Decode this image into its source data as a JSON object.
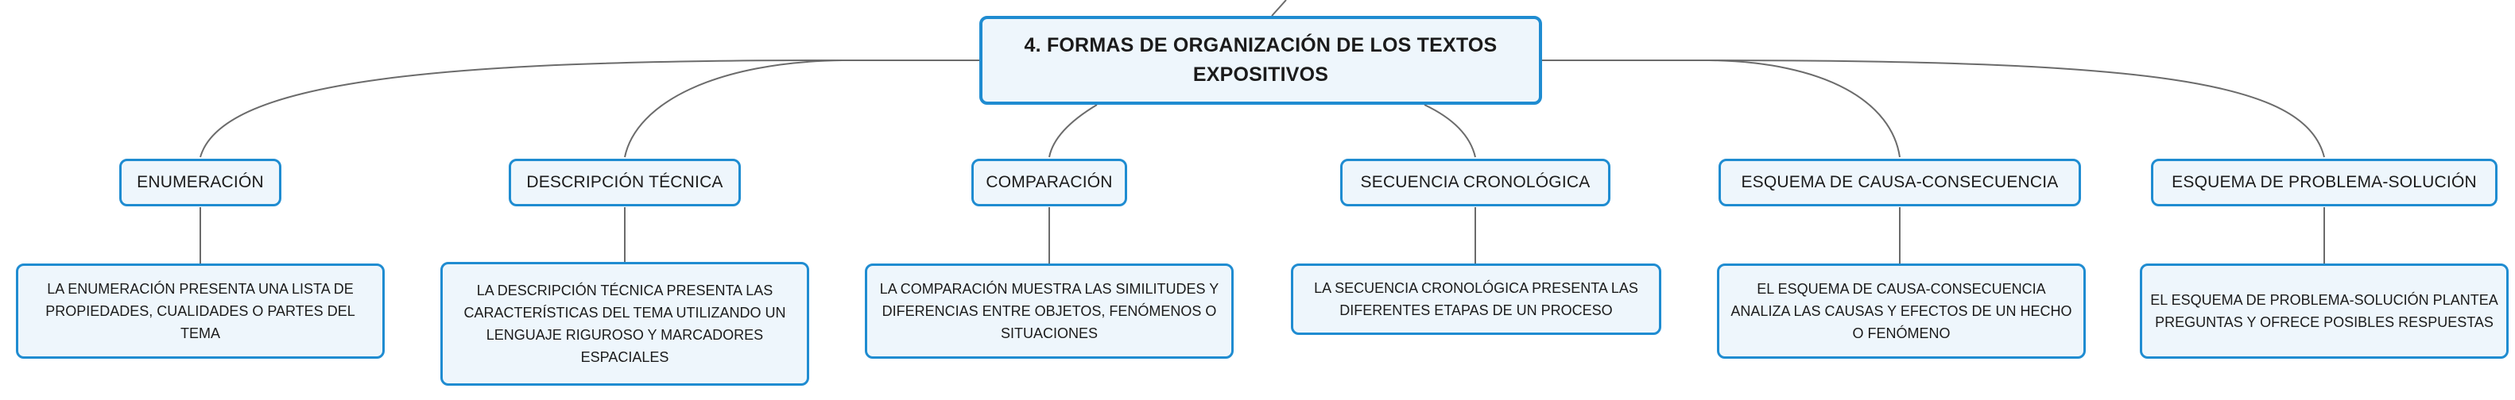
{
  "root": {
    "title": "4. FORMAS DE ORGANIZACIÓN DE LOS TEXTOS EXPOSITIVOS"
  },
  "topics": [
    {
      "label": "ENUMERACIÓN",
      "description": "LA ENUMERACIÓN PRESENTA UNA LISTA DE PROPIEDADES, CUALIDADES O PARTES DEL TEMA"
    },
    {
      "label": "DESCRIPCIÓN TÉCNICA",
      "description": "LA DESCRIPCIÓN TÉCNICA PRESENTA LAS CARACTERÍSTICAS DEL TEMA UTILIZANDO UN LENGUAJE RIGUROSO Y MARCADORES ESPACIALES"
    },
    {
      "label": "COMPARACIÓN",
      "description": "LA COMPARACIÓN MUESTRA LAS SIMILITUDES Y DIFERENCIAS ENTRE OBJETOS, FENÓMENOS O SITUACIONES"
    },
    {
      "label": "SECUENCIA CRONOLÓGICA",
      "description": "LA SECUENCIA CRONOLÓGICA PRESENTA LAS DIFERENTES ETAPAS DE UN PROCESO"
    },
    {
      "label": "ESQUEMA DE CAUSA-CONSECUENCIA",
      "description": "EL ESQUEMA DE CAUSA-CONSECUENCIA ANALIZA LAS CAUSAS Y EFECTOS DE UN HECHO O FENÓMENO"
    },
    {
      "label": "ESQUEMA DE PROBLEMA-SOLUCIÓN",
      "description": "EL ESQUEMA DE PROBLEMA-SOLUCIÓN PLANTEA PREGUNTAS Y OFRECE POSIBLES RESPUESTAS"
    }
  ]
}
